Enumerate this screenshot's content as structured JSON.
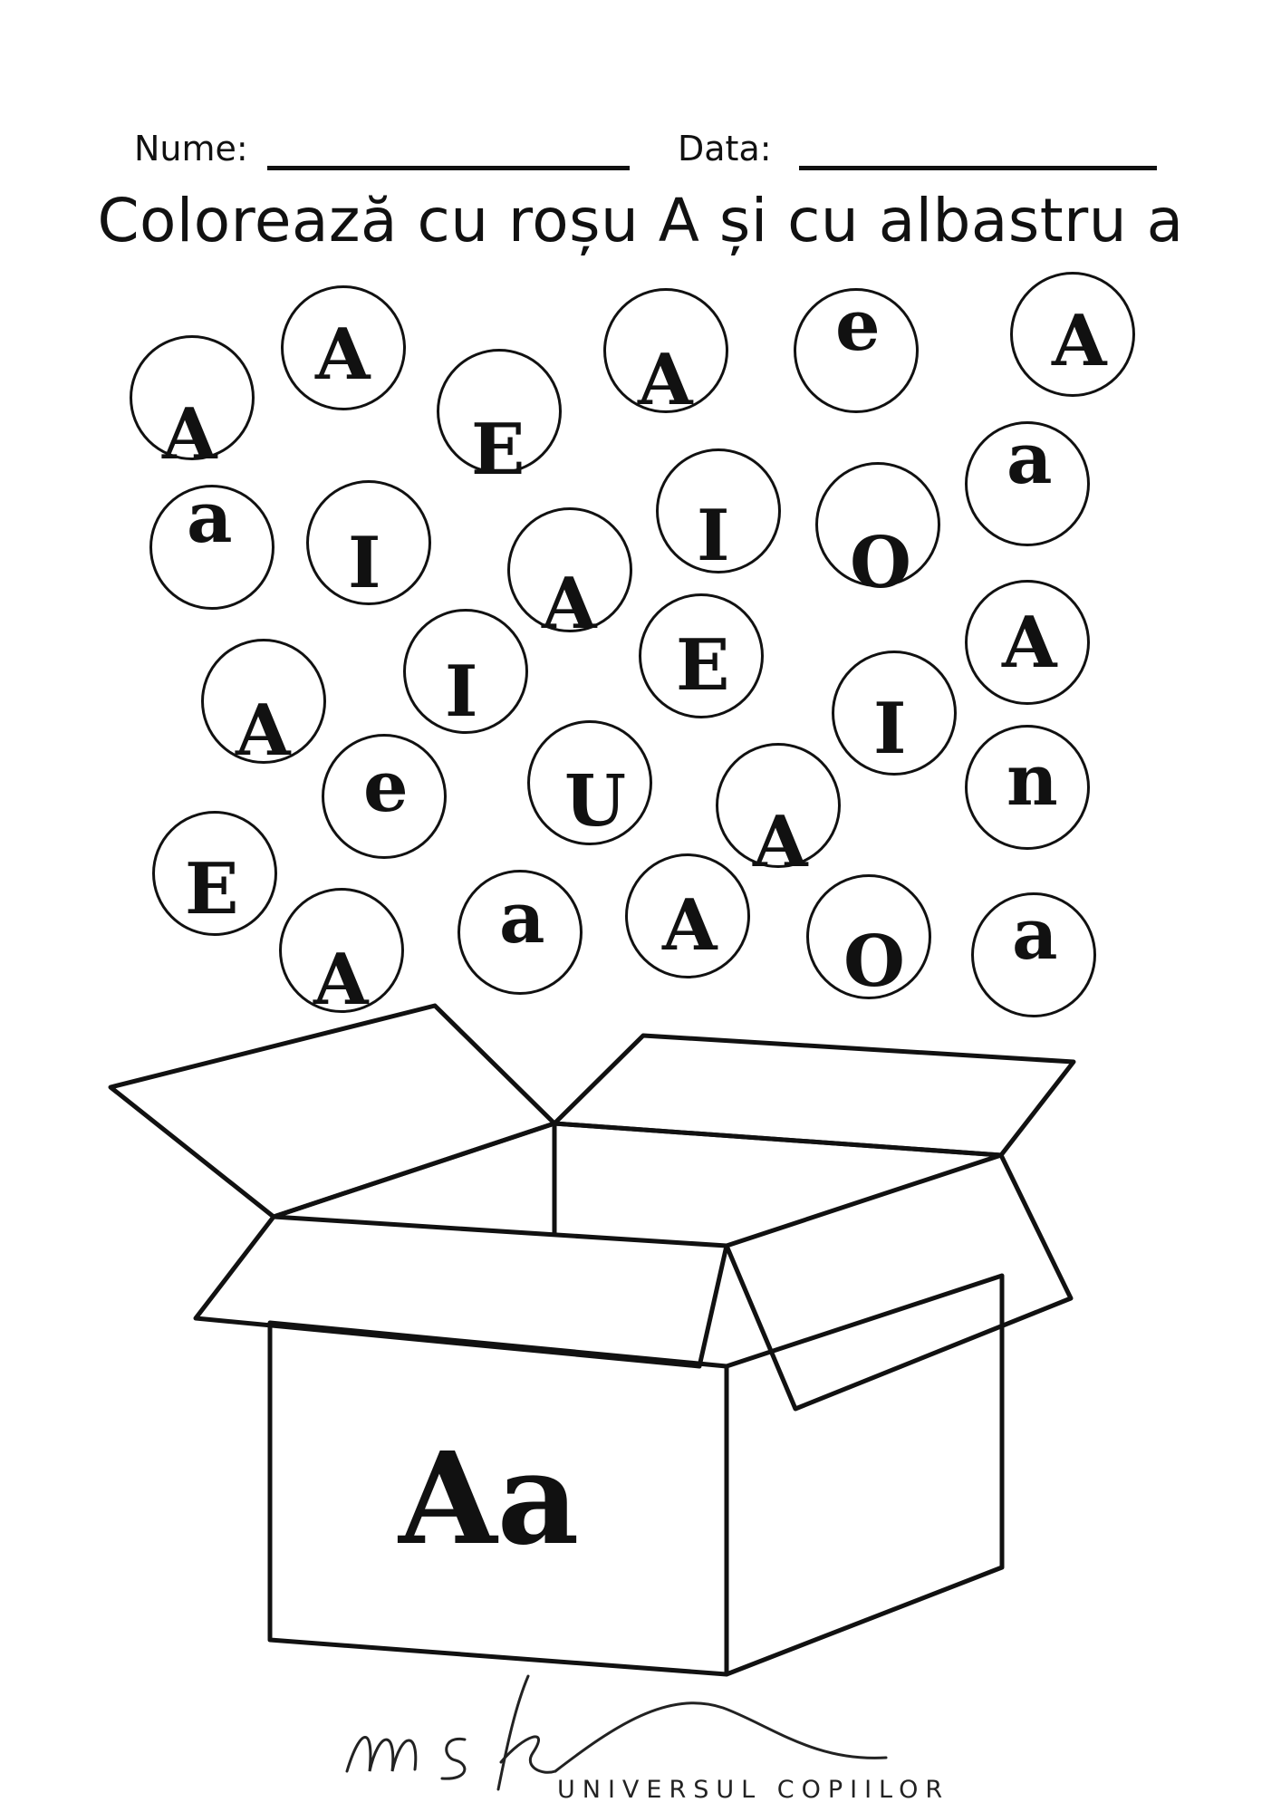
{
  "header": {
    "name_label": "Nume:",
    "date_label": "Data:"
  },
  "instruction": "Colorează cu roșu A și cu albastru a",
  "bubbles": [
    {
      "letter": "A"
    },
    {
      "letter": "A"
    },
    {
      "letter": "E"
    },
    {
      "letter": "A"
    },
    {
      "letter": "e"
    },
    {
      "letter": "A"
    },
    {
      "letter": "a"
    },
    {
      "letter": "I"
    },
    {
      "letter": "A"
    },
    {
      "letter": "I"
    },
    {
      "letter": "O"
    },
    {
      "letter": "a"
    },
    {
      "letter": "A"
    },
    {
      "letter": "I"
    },
    {
      "letter": "E"
    },
    {
      "letter": "I"
    },
    {
      "letter": "A"
    },
    {
      "letter": "e"
    },
    {
      "letter": "U"
    },
    {
      "letter": "A"
    },
    {
      "letter": "n"
    },
    {
      "letter": "E"
    },
    {
      "letter": "A"
    },
    {
      "letter": "a"
    },
    {
      "letter": "A"
    },
    {
      "letter": "O"
    },
    {
      "letter": "a"
    }
  ],
  "box_label": "Aa",
  "logo": {
    "script": "msk",
    "subtitle": "UNIVERSUL COPIILOR"
  }
}
